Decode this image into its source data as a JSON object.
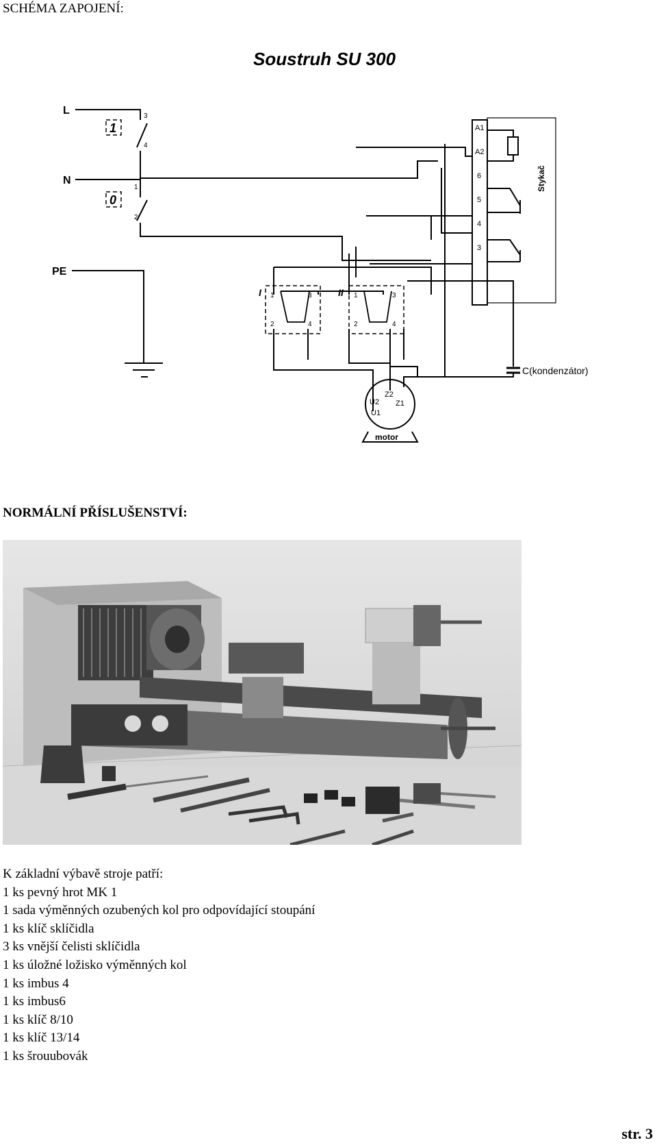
{
  "headings": {
    "wiring": "SCHÉMA ZAPOJENÍ:",
    "accessories": "NORMÁLNÍ PŘÍSLUŠENSTVÍ:"
  },
  "diagram": {
    "title": "Soustruh SU 300",
    "lines": {
      "l": "L",
      "n": "N",
      "pe": "PE"
    },
    "buttons": {
      "on": "1",
      "off": "0"
    },
    "button_on_terminals": [
      "3",
      "4"
    ],
    "button_off_terminals": [
      "1",
      "2"
    ],
    "contactor_terminals": [
      "A1",
      "A2",
      "6",
      "5",
      "4",
      "3"
    ],
    "contactor_label": "Stykač",
    "switches": [
      {
        "label": "I",
        "terminals": [
          "1",
          "3",
          "2",
          "4"
        ]
      },
      {
        "label": "II",
        "terminals": [
          "1",
          "3",
          "2",
          "4"
        ]
      }
    ],
    "capacitor_label": "C(kondenzátor)",
    "motor_label": "motor",
    "motor_terminals": [
      "Z2",
      "Z1",
      "U2",
      "U1"
    ]
  },
  "accessories": {
    "intro": "K základní  výbavě stroje patří:",
    "items": [
      "1 ks pevný hrot MK 1",
      "1 sada výměnných ozubených kol pro odpovídající stoupání",
      "1 ks klíč sklíčidla",
      "3 ks vnější čelisti sklíčidla",
      "1 ks úložné ložisko výměnných kol",
      "1 ks imbus 4",
      "1 ks imbus6",
      "1 ks klíč 8/10",
      "1 ks klíč 13/14",
      "1 ks šrouubovák"
    ]
  },
  "page_number": "str. 3"
}
